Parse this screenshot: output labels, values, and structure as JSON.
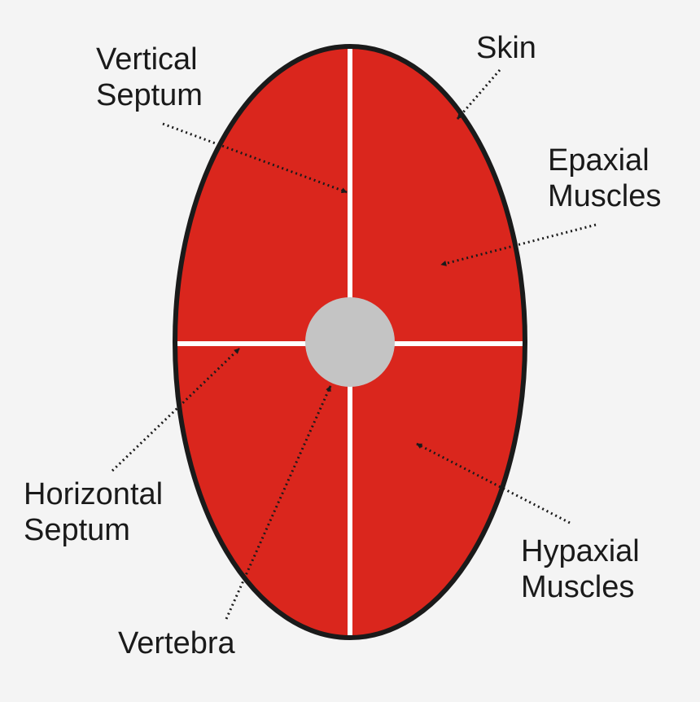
{
  "diagram": {
    "labels": {
      "vertical_septum": [
        "Vertical",
        "Septum"
      ],
      "skin": "Skin",
      "epaxial_muscles": [
        "Epaxial",
        "Muscles"
      ],
      "horizontal_septum": [
        "Horizontal",
        "Septum"
      ],
      "hypaxial_muscles": [
        "Hypaxial",
        "Muscles"
      ],
      "vertebra": "Vertebra"
    },
    "colors": {
      "background": "#f4f4f4",
      "muscle": "#da261d",
      "skin_outline": "#1a1a1a",
      "septum": "#ffffff",
      "vertebra": "#c4c4c4",
      "pointer": "#1a1a1a"
    }
  }
}
